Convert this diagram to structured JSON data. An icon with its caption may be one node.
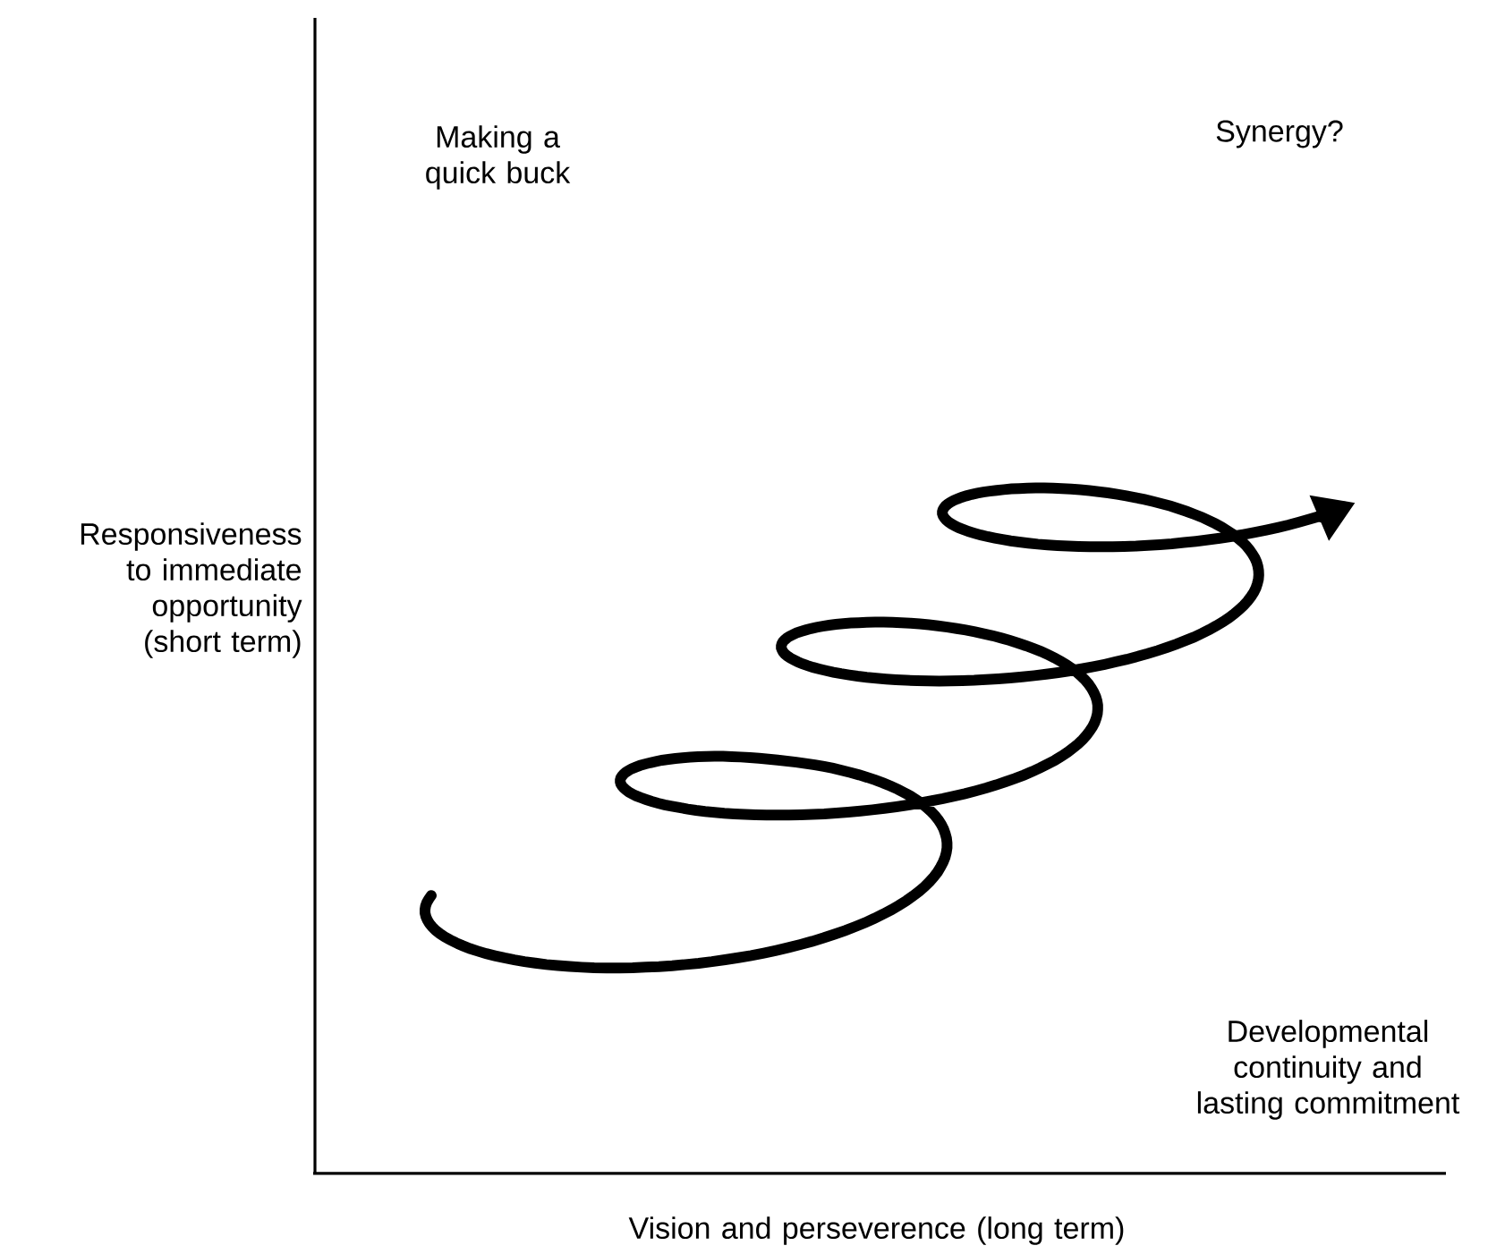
{
  "diagram": {
    "labels": [
      "Making a quick buck",
      "Synergy?",
      "Responsiveness to immediate opportunity (short term)",
      "Developmental continuity and lasting commitment",
      "Vision and perseverence (long term)"
    ]
  }
}
